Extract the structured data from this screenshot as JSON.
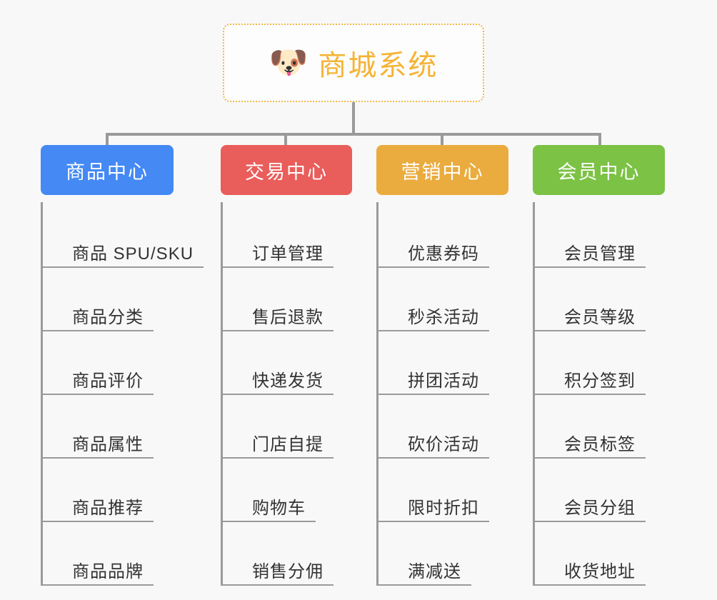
{
  "page": {
    "background_color": "#f8f8f8",
    "connector_color": "#9a9a9a"
  },
  "root": {
    "icon": "dog-face-emoji",
    "icon_glyph": "🐶",
    "title": "商城系统",
    "title_color": "#f5b335",
    "border_color": "#f0b849",
    "border_style": "dotted"
  },
  "columns": [
    {
      "title": "商品中心",
      "color": "#4489f4",
      "items": [
        "商品 SPU/SKU",
        "商品分类",
        "商品评价",
        "商品属性",
        "商品推荐",
        "商品品牌"
      ]
    },
    {
      "title": "交易中心",
      "color": "#e95d5b",
      "items": [
        "订单管理",
        "售后退款",
        "快递发货",
        "门店自提",
        "购物车",
        "销售分佣"
      ]
    },
    {
      "title": "营销中心",
      "color": "#eaac3e",
      "items": [
        "优惠券码",
        "秒杀活动",
        "拼团活动",
        "砍价活动",
        "限时折扣",
        "满减送"
      ]
    },
    {
      "title": "会员中心",
      "color": "#7cc245",
      "items": [
        "会员管理",
        "会员等级",
        "积分签到",
        "会员标签",
        "会员分组",
        "收货地址"
      ]
    }
  ]
}
